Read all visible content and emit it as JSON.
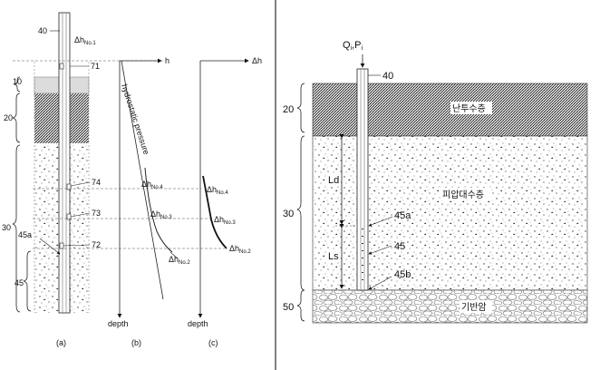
{
  "left_figure": {
    "labels": {
      "n40": "40",
      "n10": "10",
      "n20": "20",
      "n30": "30",
      "n45": "45",
      "n45a": "45a",
      "n71": "71",
      "n72": "72",
      "n73": "73",
      "n74": "74"
    },
    "delta_h_symbol": "Δh",
    "sub_no1": "No.1",
    "sub_no2": "No.2",
    "sub_no3": "No.3",
    "sub_no4": "No.4",
    "axis_h": "h",
    "axis_delta_h": "Δh",
    "hydrostatic": "hydrostatic pressure",
    "depth_b": "depth",
    "depth_c": "depth",
    "panel_a": "(a)",
    "panel_b": "(b)",
    "panel_c": "(c)"
  },
  "right_figure": {
    "top_label": "Q",
    "top_label_sub": "i",
    "top_label_sep": ",P",
    "top_label_sub2": "i",
    "n40": "40",
    "n20": "20",
    "n30": "30",
    "n50": "50",
    "layer_top": "난투수층",
    "layer_mid": "피압대수층",
    "layer_bottom": "기반암",
    "ld": "Ld",
    "ls": "Ls",
    "n45a": "45a",
    "n45": "45",
    "n45b": "45b"
  }
}
